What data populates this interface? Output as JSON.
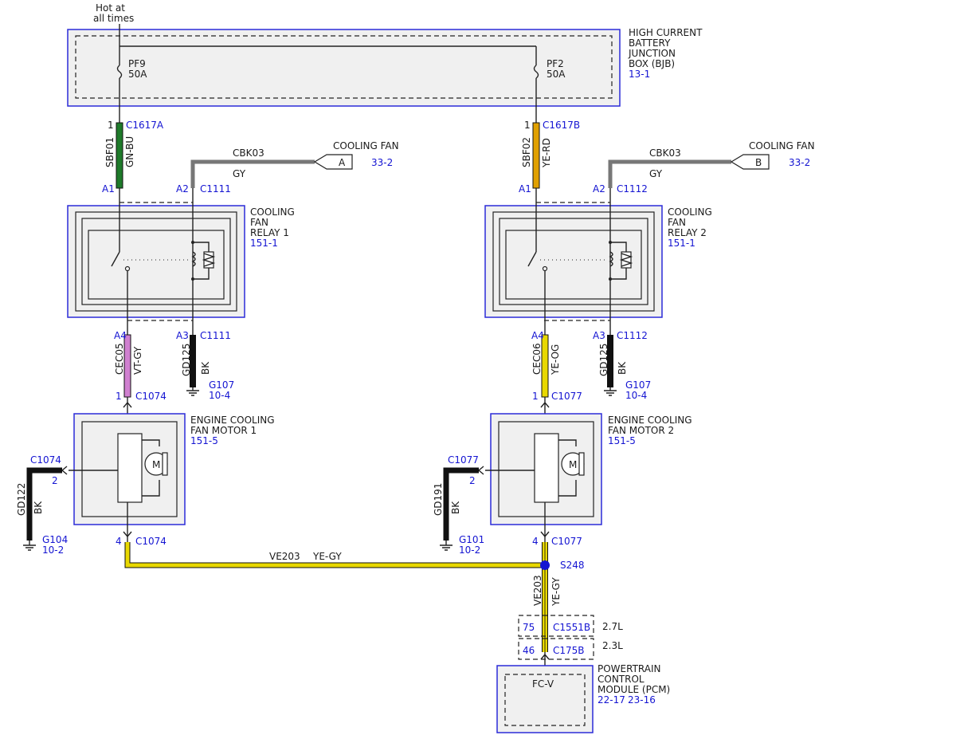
{
  "colors": {
    "frame": "#2b2bd8",
    "ref_text": "#1414d2",
    "wire_green": "#1e7a2a",
    "wire_orange": "#e0a000",
    "wire_violet": "#d080d0",
    "wire_yellow": "#e8d800",
    "wire_black": "#111111",
    "wire_gray": "#777777"
  },
  "top": {
    "hot_line1": "Hot at",
    "hot_line2": "all times"
  },
  "bjb": {
    "label_l1": "HIGH CURRENT",
    "label_l2": "BATTERY",
    "label_l3": "JUNCTION",
    "label_l4": "BOX (BJB)",
    "ref": "13-1",
    "fuse1_name": "PF9",
    "fuse1_rating": "50A",
    "fuse2_name": "PF2",
    "fuse2_rating": "50A"
  },
  "left": {
    "pin_top": "1",
    "conn_top": "C1617A",
    "circuit_top": "SBF01",
    "color_top": "GN-BU",
    "pin_a1": "A1",
    "pin_a2": "A2",
    "conn_a2": "C1111",
    "circuit_gy": "CBK03",
    "color_gy": "GY",
    "fan_tag_label": "COOLING FAN",
    "fan_tag_letter": "A",
    "fan_tag_ref": "33-2",
    "relay_l1": "COOLING",
    "relay_l2": "FAN",
    "relay_l3": "RELAY 1",
    "relay_ref": "151-1",
    "pin_a4": "A4",
    "pin_a3": "A3",
    "conn_a3": "C1111",
    "circuit_a4": "CEC05",
    "color_a4": "VT-GY",
    "circuit_a3": "GD125",
    "color_a3": "BK",
    "ground_ref": "G107",
    "ground_page": "10-4",
    "motor_pin1": "1",
    "motor_conn1": "C1074",
    "motor_l1": "ENGINE COOLING",
    "motor_l2": "FAN MOTOR 1",
    "motor_ref": "151-5",
    "motor_symbol": "M",
    "gnd_conn": "C1074",
    "gnd_pin": "2",
    "gnd_circuit": "GD122",
    "gnd_color": "BK",
    "gnd_ref": "G104",
    "gnd_page": "10-2",
    "motor_pin4": "4",
    "motor_conn4": "C1074"
  },
  "right": {
    "pin_top": "1",
    "conn_top": "C1617B",
    "circuit_top": "SBF02",
    "color_top": "YE-RD",
    "pin_a1": "A1",
    "pin_a2": "A2",
    "conn_a2": "C1112",
    "circuit_gy": "CBK03",
    "color_gy": "GY",
    "fan_tag_label": "COOLING FAN",
    "fan_tag_letter": "B",
    "fan_tag_ref": "33-2",
    "relay_l1": "COOLING",
    "relay_l2": "FAN",
    "relay_l3": "RELAY 2",
    "relay_ref": "151-1",
    "pin_a4": "A4",
    "pin_a3": "A3",
    "conn_a3": "C1112",
    "circuit_a4": "CEC06",
    "color_a4": "YE-OG",
    "circuit_a3": "GD125",
    "color_a3": "BK",
    "ground_ref": "G107",
    "ground_page": "10-4",
    "motor_pin1": "1",
    "motor_conn1": "C1077",
    "motor_l1": "ENGINE COOLING",
    "motor_l2": "FAN MOTOR 2",
    "motor_ref": "151-5",
    "motor_symbol": "M",
    "gnd_conn": "C1077",
    "gnd_pin": "2",
    "gnd_circuit": "GD191",
    "gnd_color": "BK",
    "gnd_ref": "G101",
    "gnd_page": "10-2",
    "motor_pin4": "4",
    "motor_conn4": "C1077"
  },
  "bottom": {
    "circuit_h": "VE203",
    "color_h": "YE-GY",
    "splice": "S248",
    "circuit_v": "VE203",
    "color_v": "YE-GY",
    "pin_a": "75",
    "conn_a": "C1551B",
    "engine_a": "2.7L",
    "pin_b": "46",
    "conn_b": "C175B",
    "engine_b": "2.3L",
    "pcm_l1": "POWERTRAIN",
    "pcm_l2": "CONTROL",
    "pcm_l3": "MODULE (PCM)",
    "pcm_ref1": "22-17",
    "pcm_ref2": "23-16",
    "pcm_pin_func": "FC-V"
  }
}
